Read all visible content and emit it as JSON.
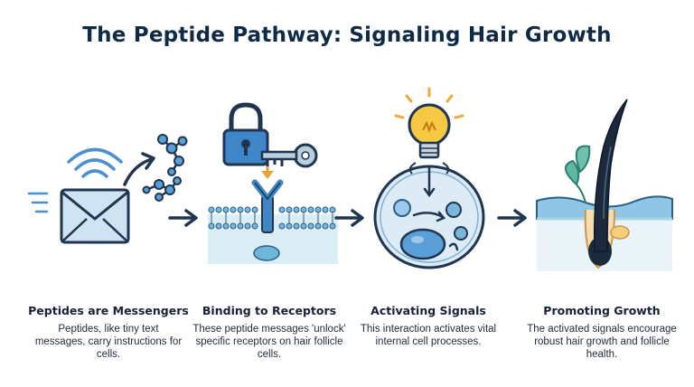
{
  "title": "The Peptide Pathway: Signaling Hair Growth",
  "steps": [
    {
      "title": "Peptides are Messengers",
      "description": "Peptides, like tiny text messages, carry instructions for cells."
    },
    {
      "title": "Binding to Receptors",
      "description": "These peptide messages 'unlock' specific receptors on hair follicle cells."
    },
    {
      "title": "Activating Signals",
      "description": "This interaction activates vital internal cell processes."
    },
    {
      "title": "Promoting Growth",
      "description": "The activated signals encourage robust hair growth and follicle health."
    }
  ],
  "colors": {
    "navy": "#1f3550",
    "blue": "#4a90d0",
    "light_blue": "#cfe6f5",
    "bulb": "#f7c844",
    "leaf": "#5fb8a4"
  }
}
